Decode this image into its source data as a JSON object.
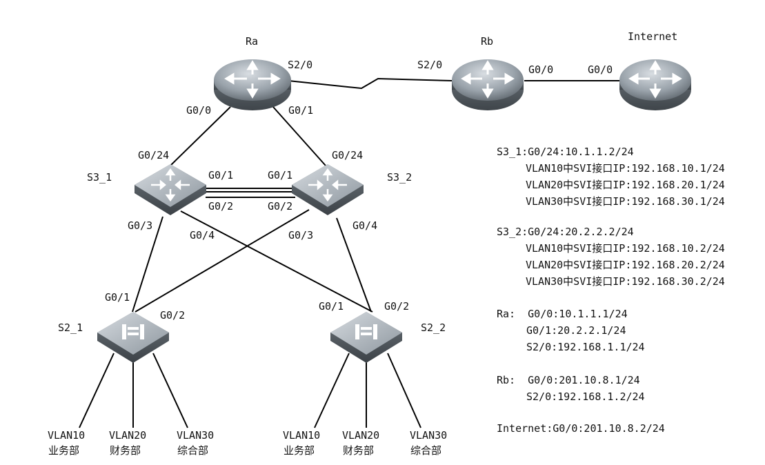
{
  "devices": {
    "ra": {
      "name": "Ra"
    },
    "rb": {
      "name": "Rb"
    },
    "internet": {
      "name": "Internet"
    },
    "s3_1": {
      "name": "S3_1"
    },
    "s3_2": {
      "name": "S3_2"
    },
    "s2_1": {
      "name": "S2_1"
    },
    "s2_2": {
      "name": "S2_2"
    }
  },
  "ports": {
    "ra_s20": "S2/0",
    "ra_g00": "G0/0",
    "ra_g01": "G0/1",
    "rb_s20": "S2/0",
    "rb_g00": "G0/0",
    "inet_g00": "G0/0",
    "s31_g024": "G0/24",
    "s31_g01": "G0/1",
    "s31_g02": "G0/2",
    "s31_g03": "G0/3",
    "s31_g04": "G0/4",
    "s32_g024": "G0/24",
    "s32_g01": "G0/1",
    "s32_g02": "G0/2",
    "s32_g03": "G0/3",
    "s32_g04": "G0/4",
    "s21_g01": "G0/1",
    "s21_g02": "G0/2",
    "s22_g01": "G0/1",
    "s22_g02": "G0/2"
  },
  "vlans": {
    "left": [
      {
        "vlan": "VLAN10",
        "dept": "业务部"
      },
      {
        "vlan": "VLAN20",
        "dept": "财务部"
      },
      {
        "vlan": "VLAN30",
        "dept": "综合部"
      }
    ],
    "right": [
      {
        "vlan": "VLAN10",
        "dept": "业务部"
      },
      {
        "vlan": "VLAN20",
        "dept": "财务部"
      },
      {
        "vlan": "VLAN30",
        "dept": "综合部"
      }
    ]
  },
  "config": {
    "s3_1": {
      "head": "S3_1:G0/24:10.1.1.2/24",
      "lines": [
        "VLAN10中SVI接口IP:192.168.10.1/24",
        "VLAN20中SVI接口IP:192.168.20.1/24",
        "VLAN30中SVI接口IP:192.168.30.1/24"
      ]
    },
    "s3_2": {
      "head": "S3_2:G0/24:20.2.2.2/24",
      "lines": [
        "VLAN10中SVI接口IP:192.168.10.2/24",
        "VLAN20中SVI接口IP:192.168.20.2/24",
        "VLAN30中SVI接口IP:192.168.30.2/24"
      ]
    },
    "ra": {
      "head": "Ra:  G0/0:10.1.1.1/24",
      "lines": [
        "G0/1:20.2.2.1/24",
        "S2/0:192.168.1.1/24"
      ]
    },
    "rb": {
      "head": "Rb:  G0/0:201.10.8.1/24",
      "lines": [
        "S2/0:192.168.1.2/24"
      ]
    },
    "internet": {
      "head": "Internet:G0/0:201.10.8.2/24"
    }
  }
}
